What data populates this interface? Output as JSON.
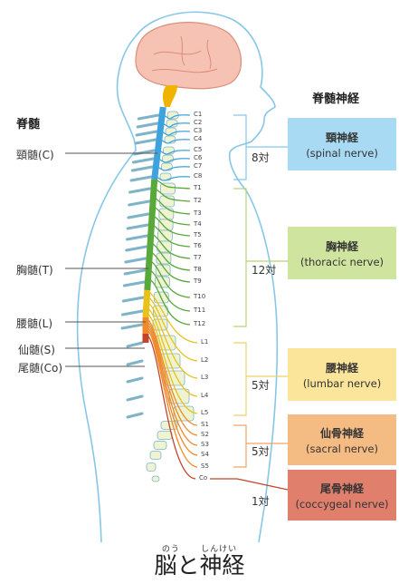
{
  "headings": {
    "spinal_cord": "脊髄",
    "spinal_nerves": "脊髄神経"
  },
  "cord_labels": [
    {
      "id": "cervical",
      "text": "頸髄(C)"
    },
    {
      "id": "thoracic",
      "text": "胸髄(T)"
    },
    {
      "id": "lumbar",
      "text": "腰髄(L)"
    },
    {
      "id": "sacral",
      "text": "仙髄(S)"
    },
    {
      "id": "coccygeal",
      "text": "尾髄(Co)"
    }
  ],
  "vertebrae": {
    "cervical": [
      "C1",
      "C2",
      "C3",
      "C4",
      "C5",
      "C6",
      "C7",
      "C8"
    ],
    "thoracic": [
      "T1",
      "T2",
      "T3",
      "T4",
      "T5",
      "T6",
      "T7",
      "T8",
      "T9",
      "T10",
      "T11",
      "T12"
    ],
    "lumbar": [
      "L1",
      "L2",
      "L3",
      "L4",
      "L5"
    ],
    "sacral": [
      "S1",
      "S2",
      "S3",
      "S4",
      "S5"
    ],
    "coccygeal": [
      "Co"
    ]
  },
  "nerve_groups": [
    {
      "id": "cervical",
      "name": "頸神経",
      "english": "(spinal nerve)",
      "count": "8対",
      "color": "#a9daf3"
    },
    {
      "id": "thoracic",
      "name": "胸神経",
      "english": "(thoracic nerve)",
      "count": "12対",
      "color": "#cfe49e"
    },
    {
      "id": "lumbar",
      "name": "腰神経",
      "english": "(lumbar nerve)",
      "count": "5対",
      "color": "#fbe59a"
    },
    {
      "id": "sacral",
      "name": "仙骨神経",
      "english": "(sacral nerve)",
      "count": "5対",
      "color": "#f4bb83"
    },
    {
      "id": "coccygeal",
      "name": "尾骨神経",
      "english": "(coccygeal nerve)",
      "count": "1対",
      "color": "#e07f6c"
    }
  ],
  "colors": {
    "cervical": "#3ea3dc",
    "thoracic": "#59a83a",
    "lumbar": "#e8c21a",
    "sacral": "#ef8a2a",
    "coccygeal": "#c4442a",
    "vertebra": "#eef3d2",
    "brain": "#f6c2b3",
    "brainstem": "#f0b400",
    "outline": "#86c7e8"
  },
  "caption": {
    "main": "脳と神経",
    "ruby_brain": "のう",
    "ruby_nerve": "しんけい"
  }
}
